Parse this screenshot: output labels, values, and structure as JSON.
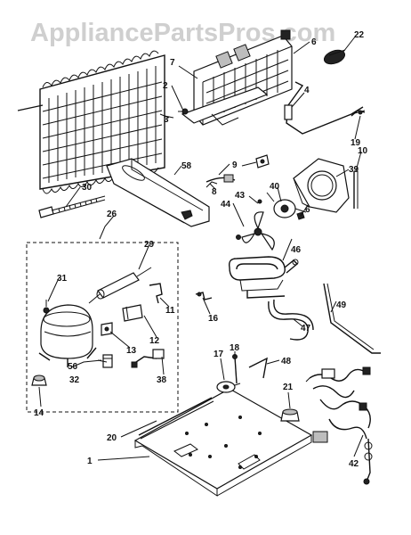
{
  "watermark": {
    "text": "AppliancePartsPros.com",
    "color": "#cfcfcf"
  },
  "callouts": {
    "c1": "1",
    "c2": "2",
    "c3": "3",
    "c4": "4",
    "c6a": "6",
    "c6b": "6",
    "c7": "7",
    "c8": "8",
    "c9": "9",
    "c10": "10",
    "c11": "11",
    "c12": "12",
    "c13": "13",
    "c14": "14",
    "c16": "16",
    "c17": "17",
    "c18": "18",
    "c19": "19",
    "c20": "20",
    "c21": "21",
    "c22": "22",
    "c26": "26",
    "c29": "29",
    "c30": "30",
    "c31": "31",
    "c32": "32",
    "c38": "38",
    "c39": "39",
    "c40": "40",
    "c42": "42",
    "c43": "43",
    "c44": "44",
    "c46": "46",
    "c47": "47",
    "c48": "48",
    "c49": "49",
    "c56": "56",
    "c58": "58"
  }
}
